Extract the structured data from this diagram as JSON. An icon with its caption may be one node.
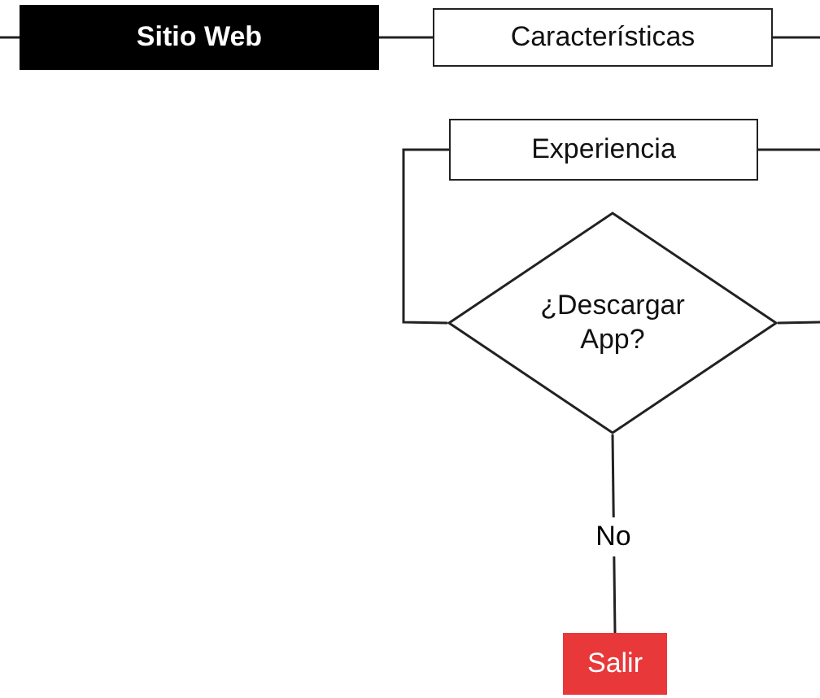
{
  "diagram": {
    "nodes": [
      {
        "text": [
          "Sitio Web"
        ]
      },
      {
        "text": [
          "Características"
        ]
      },
      {
        "text": [
          "Experiencia"
        ]
      },
      {
        "text": [
          "¿Descargar App?"
        ]
      },
      {
        "text": [
          "Salir"
        ]
      }
    ],
    "edges": [
      {
        "from": null,
        "to": 0,
        "arrow": "none"
      },
      {
        "from": 0,
        "to": 1,
        "arrow": "none"
      },
      {
        "from": 1,
        "to": null,
        "arrow": "none"
      },
      {
        "from": 2,
        "to": null,
        "arrow": "none"
      },
      {
        "from": 2,
        "to": 3,
        "arrow": "none"
      },
      {
        "from": 3,
        "to": null,
        "arrow": "none"
      },
      {
        "from": 3,
        "to": 4,
        "arrow": "none",
        "label": "No"
      }
    ]
  }
}
